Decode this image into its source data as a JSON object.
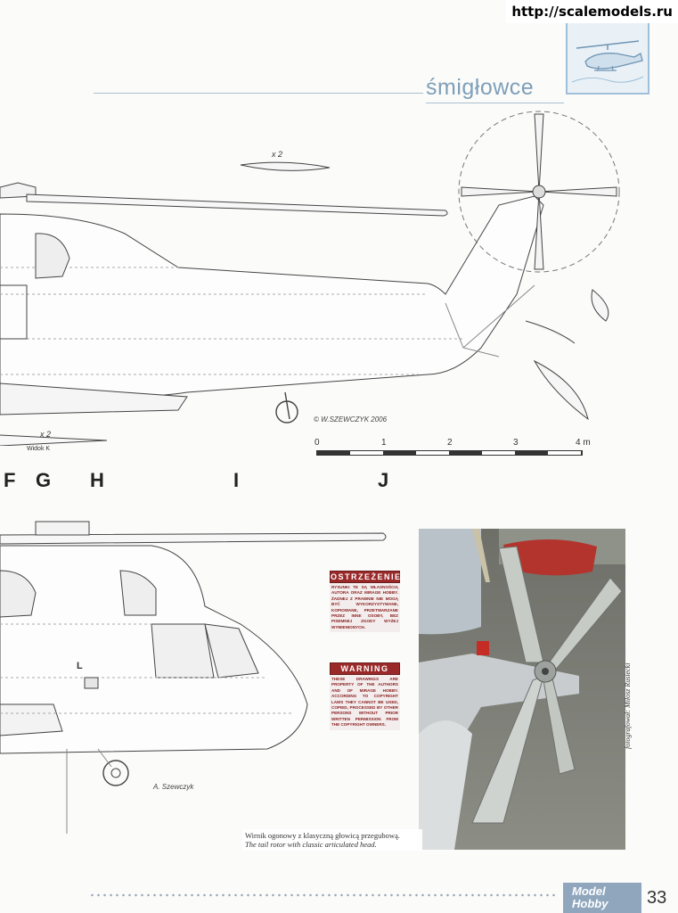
{
  "watermark": "http://scalemodels.ru",
  "header": {
    "section": "śmigłowce"
  },
  "drawing": {
    "view_label": "Widok K",
    "scale_factor_top": "x 2",
    "scale_factor_bottom": "x 2",
    "signature_top": "© W.SZEWCZYK 2006",
    "signature_bottom": "A. Szewczyk",
    "detail_label": "L",
    "stations": [
      "F",
      "G",
      "H",
      "I",
      "J"
    ],
    "scale_ticks": [
      "0",
      "1",
      "2",
      "3",
      "4 m"
    ]
  },
  "notices": {
    "polish": {
      "title": "OSTRZEŻENIE",
      "text": "Rysunki te są własnością autora oraz Mirage Hobby. Żadnej z prawnie nie mogą być wykorzystywane, kopiowane, przetwarzane przez inne osoby, bez pisemnej zgody wyżej wymienionych."
    },
    "english": {
      "title": "WARNING",
      "text": "These drawings are property of the authors and of Mirage Hobby. According to copyright laws they cannot be used, copied, processed by other persons without prior written permission from the copyright owners."
    }
  },
  "photo": {
    "caption_pl": "Wirnik ogonowy z klasyczną głowicą przegubową.",
    "caption_en": "The tail rotor with classic articulated head.",
    "credit": "fotografował: Miłosz Rusiecki"
  },
  "footer": {
    "logo_line1": "Model",
    "logo_line2": "Hobby",
    "page": "33"
  }
}
